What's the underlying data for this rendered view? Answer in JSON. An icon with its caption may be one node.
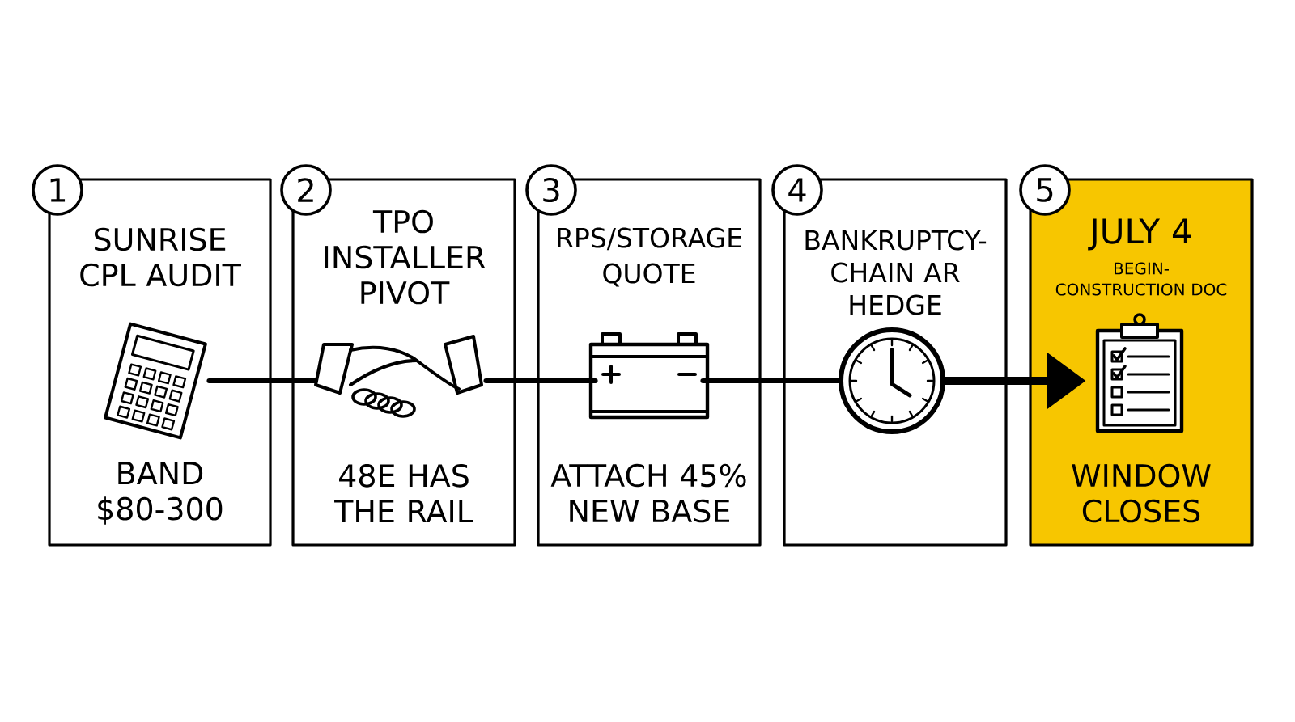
{
  "diagram": {
    "nodes": [
      {
        "text": [
          "SUNRISE CPL AUDIT",
          "BAND $80-300"
        ]
      },
      {
        "text": [],
        "shape": "picture",
        "in": 0
      },
      {
        "text": [
          "TPO INSTALLER PIVOT",
          "48E HAS THE RAIL"
        ]
      },
      {
        "text": [],
        "shape": "picture",
        "in": 2
      },
      {
        "text": [
          "RPS/STORAGE QUOTE",
          "ATTACH 45% NEW BASE"
        ]
      },
      {
        "text": [],
        "shape": "picture",
        "in": 4
      },
      {
        "text": [
          "BANKRUPTCY-CHAIN AR HEDGE"
        ]
      },
      {
        "text": [],
        "shape": "picture",
        "in": 6
      },
      {
        "text": [
          "JULY 4",
          "BEGIN-CONSTRUCTION DOC",
          "WINDOW CLOSES"
        ]
      },
      {
        "text": [],
        "shape": "picture",
        "in": 8
      },
      {
        "text": [
          "1"
        ]
      },
      {
        "text": [
          "2"
        ]
      },
      {
        "text": [
          "3"
        ]
      },
      {
        "text": [
          "4"
        ]
      },
      {
        "text": [
          "5"
        ]
      }
    ],
    "edges": [
      {
        "from": 1,
        "to": 3,
        "arrow": "none"
      },
      {
        "from": 3,
        "to": 5,
        "arrow": "none"
      },
      {
        "from": 5,
        "to": 7,
        "arrow": "none"
      },
      {
        "from": 7,
        "to": 9,
        "arrow": "to"
      }
    ]
  }
}
